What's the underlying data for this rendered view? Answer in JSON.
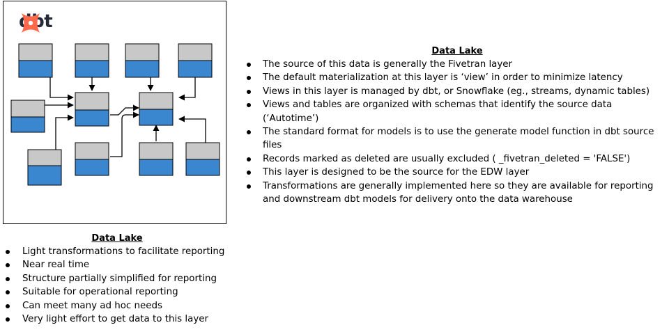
{
  "logo": {
    "text": "dbt",
    "icon": "dbt-logo-icon",
    "color": "#ff694b"
  },
  "colors": {
    "table_header": "#c8c8c8",
    "table_body": "#3a87d0",
    "arrow": "#000000"
  },
  "right_section": {
    "title": "Data Lake",
    "bullets": [
      "The source of this data is generally the Fivetran layer",
      "The default materialization at this layer is ‘view’ in order to minimize latency",
      "Views in this layer is managed by dbt, or Snowflake (eg., streams, dynamic tables)",
      "Views and tables are organized with schemas that identify the source data (‘Autotime’)",
      "The standard format for models is to use the generate model function in dbt source files",
      "Records marked as deleted are usually excluded ( _fivetran_deleted = 'FALSE')",
      "This layer is designed to be the source for the EDW layer",
      "Transformations are generally implemented here so they are available for reporting and downstream dbt models for delivery onto the data warehouse"
    ]
  },
  "left_section": {
    "title": "Data Lake",
    "bullets": [
      "Light transformations to facilitate reporting",
      "Near real time",
      "Structure partially simplified for reporting",
      "Suitable for operational reporting",
      "Can meet many ad hoc needs",
      "Very light effort to get data to this layer"
    ]
  }
}
